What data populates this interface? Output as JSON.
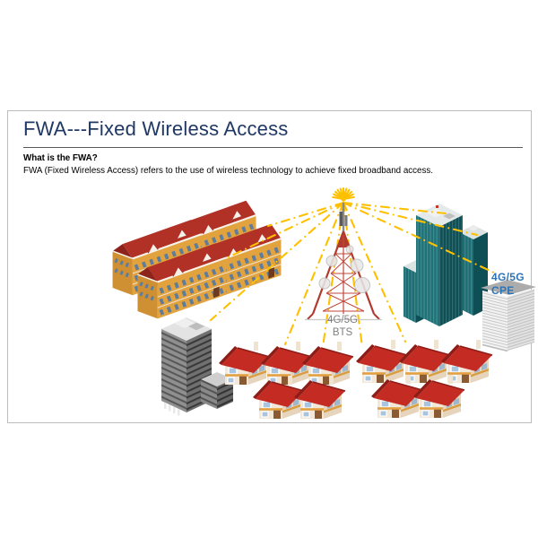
{
  "slide": {
    "title": "FWA---Fixed Wireless Access",
    "heading": "What is the FWA?",
    "body": "FWA (Fixed Wireless Access) refers to the use of wireless technology to achieve fixed broadband access.",
    "labels": {
      "bts": {
        "line1": "4G/5G",
        "line2": "BTS"
      },
      "cpe": {
        "line1": "4G/5G",
        "line2": "CPE"
      }
    },
    "colors": {
      "title_text": "#1F3864",
      "divider_gray": "#595959",
      "body_text": "#000000",
      "signal_yellow": "#FFC000",
      "bts_label_gray": "#7F7F7F",
      "cpe_label_blue": "#2E74B5",
      "apartment_wall_tan": "#E2A33F",
      "roof_red": "#B23127",
      "house_roof_red": "#C32B23",
      "skyscraper_teal": "#1C6E74",
      "office_gray": "#8F8F8F"
    },
    "icons": {
      "signal_burst": "sunburst-rays-icon",
      "signal_lines": "dash-dot-wireless-links",
      "apartment_complex": "isometric-apartment-buildings-icon",
      "radio_tower": "lattice-telecom-tower-icon",
      "skyscrapers": "teal-office-towers-icon",
      "office_building": "gray-office-tower-icon",
      "house": "red-roof-house-icon",
      "cpe_device": "outdoor-cpe-unit-icon"
    }
  }
}
